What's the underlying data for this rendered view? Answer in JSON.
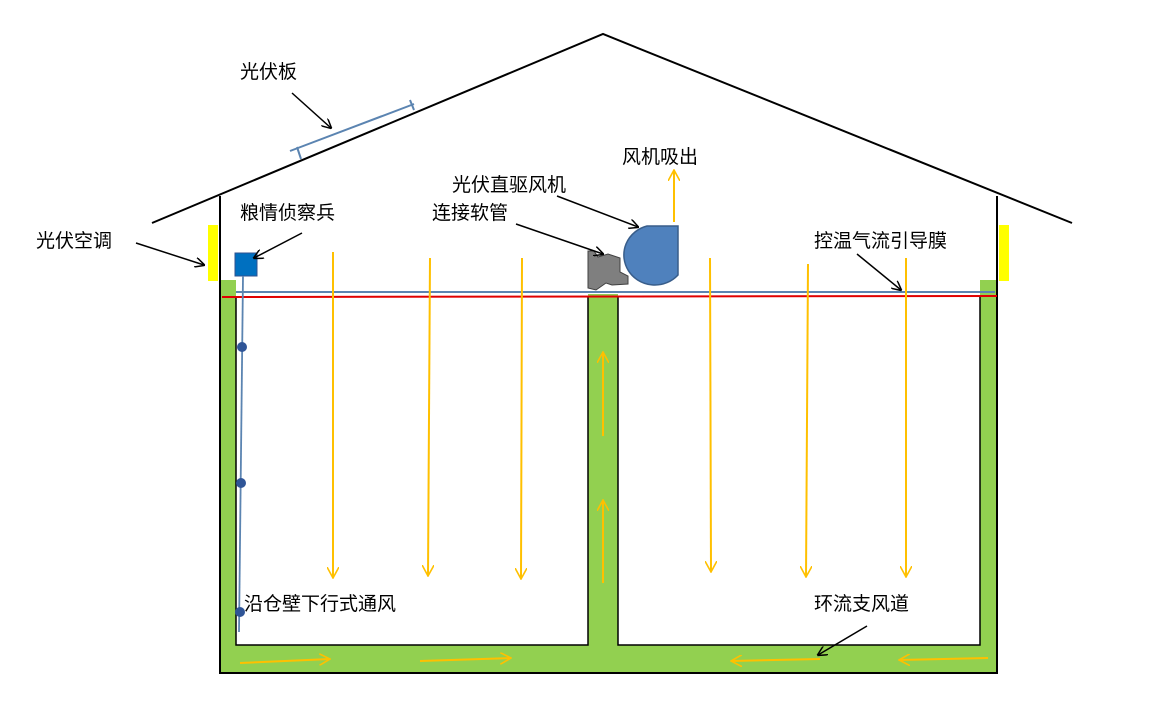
{
  "labels": {
    "solar_panel": "光伏板",
    "solar_ac": "光伏空调",
    "grain_sensor": "粮情侦察兵",
    "fan_exhaust": "风机吸出",
    "direct_drive_fan": "光伏直驱风机",
    "connecting_hose": "连接软管",
    "temp_control_membrane": "控温气流引导膜",
    "wall_downward_ventilation": "沿仓壁下行式通风",
    "circulation_branch_duct": "环流支风道"
  },
  "colors": {
    "duct_green": "#92d050",
    "airflow_yellow": "#ffc000",
    "membrane_red": "#e00000",
    "membrane_blue": "#5b84b1",
    "device_blue": "#0070c0",
    "fan_blue": "#4f81bd",
    "hose_gray": "#7f7f7f",
    "ac_yellow": "#ffff00",
    "outline": "#000000"
  }
}
